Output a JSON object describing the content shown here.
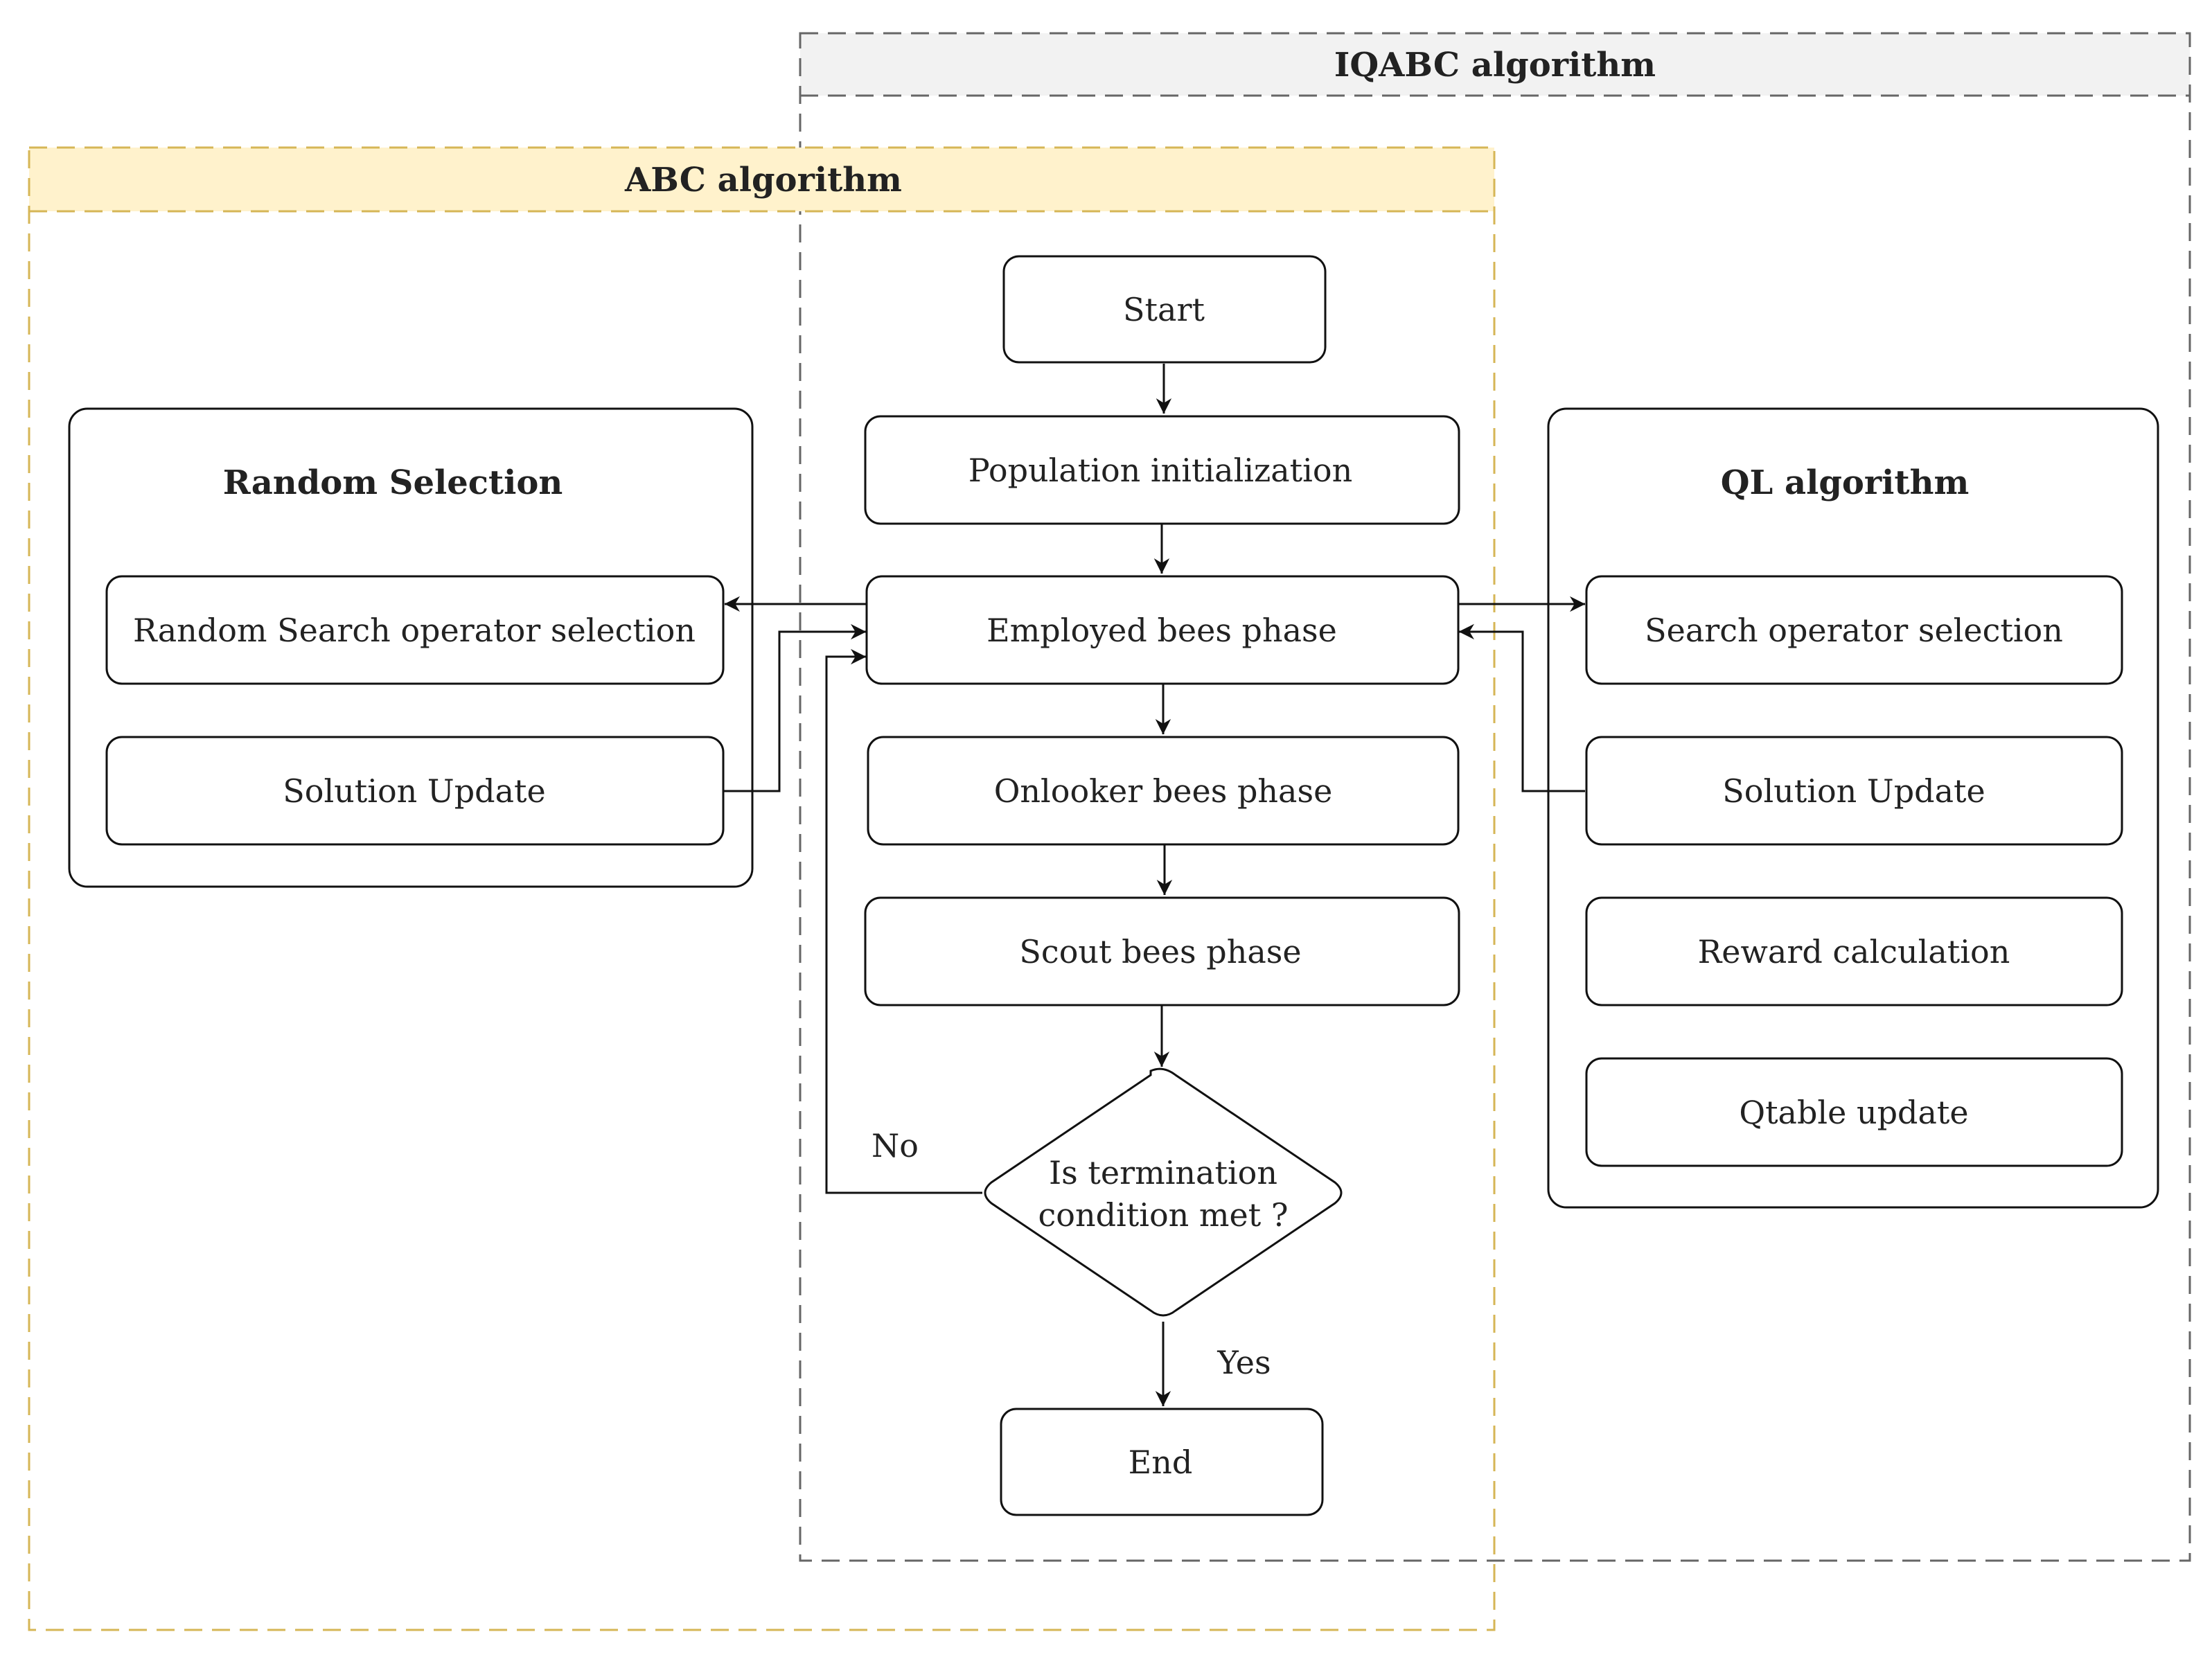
{
  "groups": {
    "iqabc": {
      "title": "IQABC algorithm",
      "header_fill": "#f2f2f2",
      "border": "#666666"
    },
    "abc": {
      "title": "ABC algorithm",
      "header_fill": "#fff2cc",
      "border": "#d6b656"
    },
    "random": {
      "title": "Random Selection"
    },
    "ql": {
      "title": "QL algorithm"
    }
  },
  "flow": {
    "start": "Start",
    "population": "Population initialization",
    "employed": "Employed bees phase",
    "onlooker": "Onlooker bees phase",
    "scout": "Scout bees phase",
    "decision_line1": "Is termination",
    "decision_line2": "condition met ?",
    "end": "End",
    "no_label": "No",
    "yes_label": "Yes"
  },
  "random_selection": {
    "operator": "Random Search operator selection",
    "update": "Solution Update"
  },
  "ql": {
    "operator": "Search operator selection",
    "update": "Solution Update",
    "reward": "Reward calculation",
    "qtable": "Qtable update"
  }
}
